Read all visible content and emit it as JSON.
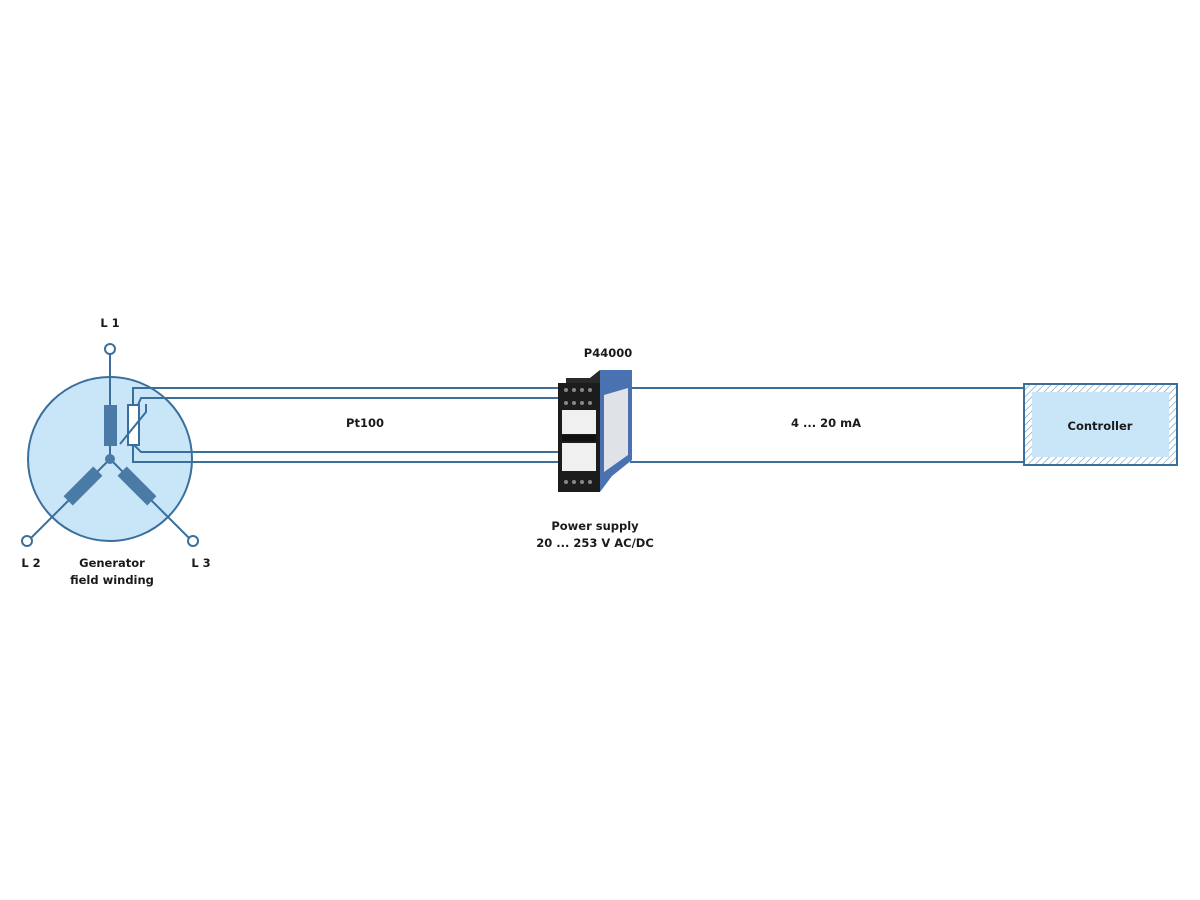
{
  "labels": {
    "l1": "L 1",
    "l2": "L 2",
    "l3": "L 3",
    "generator_line1": "Generator",
    "generator_line2": "field winding",
    "sensor": "Pt100",
    "device": "P44000",
    "power_line1": "Power supply",
    "power_line2": "20 ... 253 V AC/DC",
    "output": "4 ... 20 mA",
    "controller": "Controller"
  },
  "colors": {
    "line": "#3a6f9c",
    "fill": "#c9e5f8",
    "winding": "#4a7aa6",
    "module_black": "#1c1c1c",
    "module_blue": "#4a72b0"
  }
}
